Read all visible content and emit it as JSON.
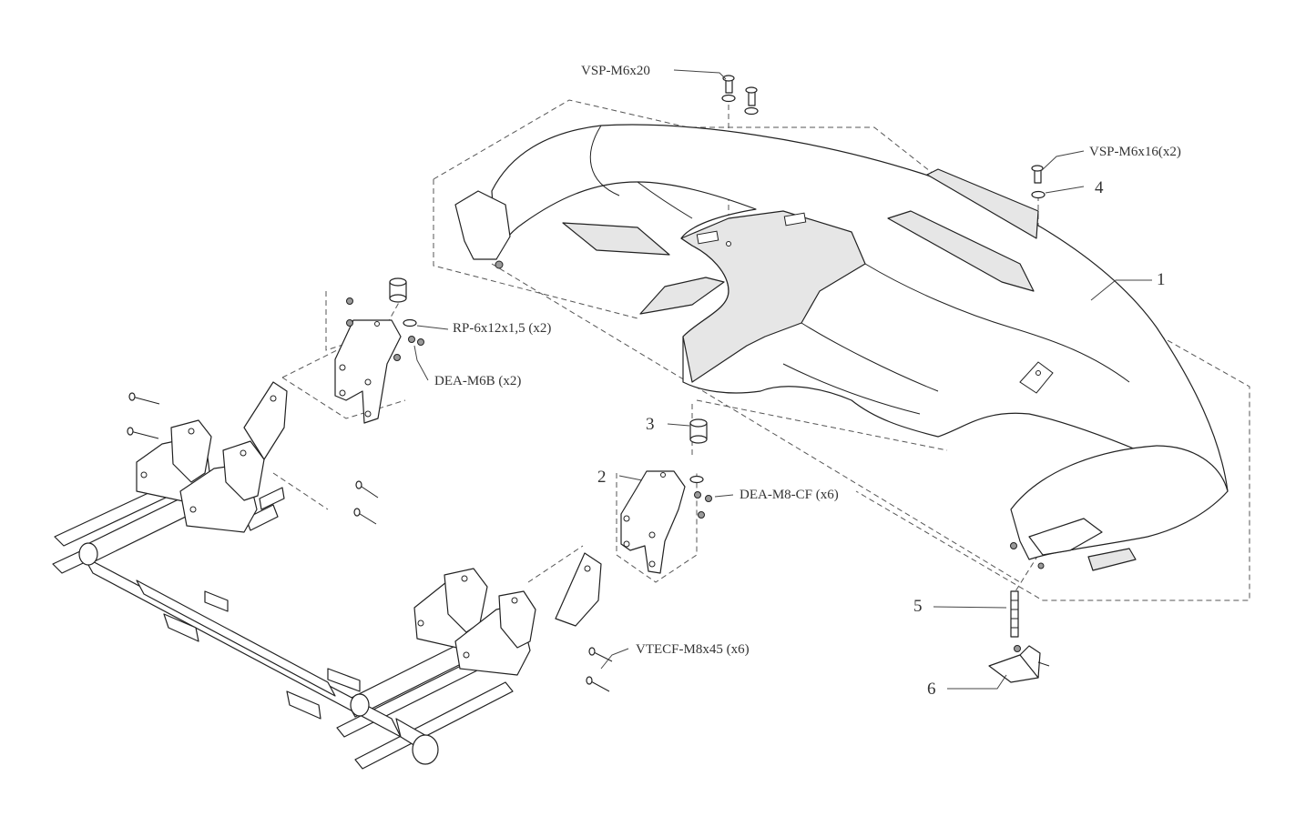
{
  "labels": {
    "vsp_m6x20": "VSP-M6x20",
    "vsp_m6x16": "VSP-M6x16(x2)",
    "rp_6x12": "RP-6x12x1,5 (x2)",
    "dea_m6b": "DEA-M6B (x2)",
    "dea_m8_cf": "DEA-M8-CF (x6)",
    "vtecf_m8x45": "VTECF-M8x45 (x6)"
  },
  "callouts": {
    "n1": "1",
    "n2": "2",
    "n3": "3",
    "n4": "4",
    "n5": "5",
    "n6": "6"
  }
}
